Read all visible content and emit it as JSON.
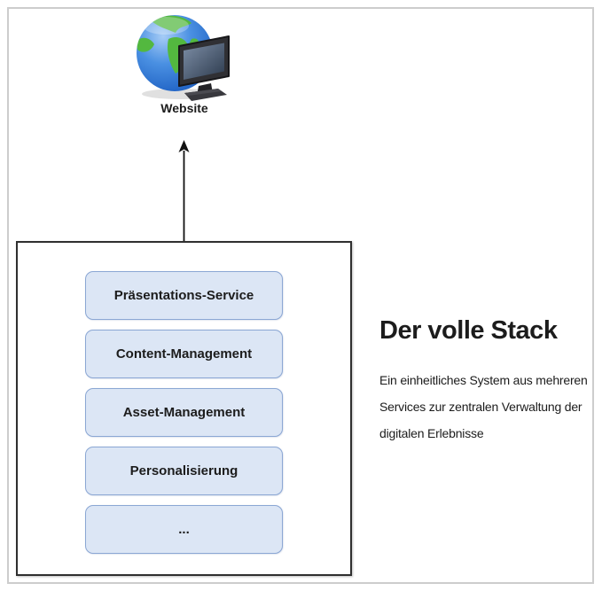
{
  "diagram": {
    "website_label": "Website",
    "services": [
      "Präsentations-Service",
      "Content-Management",
      "Asset-Management",
      "Personalisierung",
      "..."
    ],
    "right_text": {
      "heading": "Der volle Stack",
      "description_lines": [
        "Ein einheitliches System aus mehreren",
        "Services zur zentralen Verwaltung der",
        "digitalen Erlebnisse"
      ]
    },
    "colors": {
      "frame_border": "#cdcdcd",
      "box_border": "#2f2f2f",
      "service_fill": "#dce6f5",
      "service_border": "#8ba7d4",
      "text": "#1c1c1c"
    }
  }
}
